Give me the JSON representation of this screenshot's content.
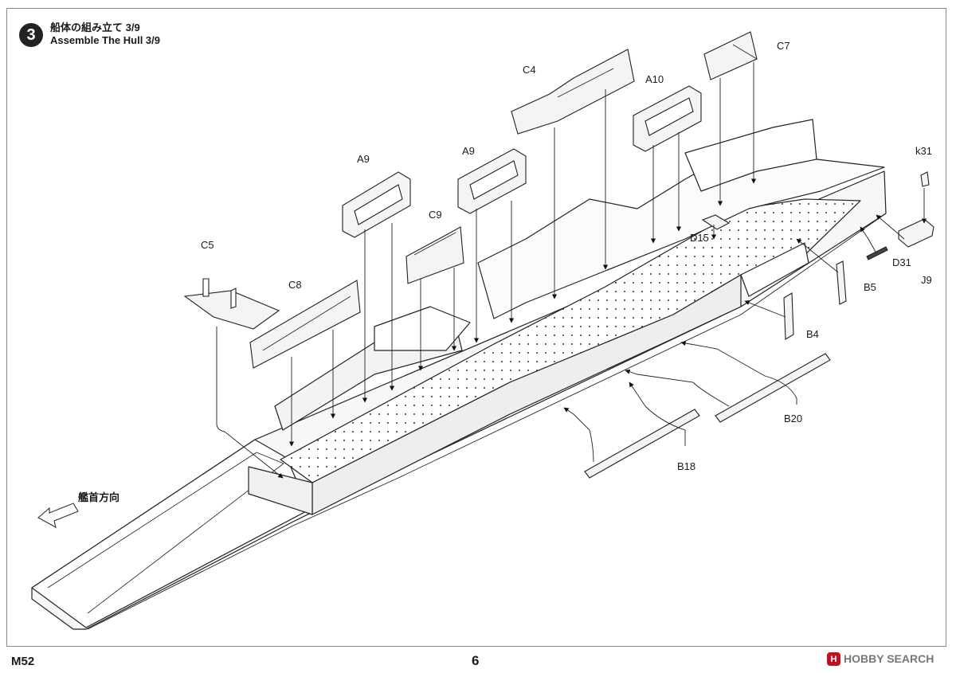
{
  "step": {
    "number": "3",
    "title_jp": "船体の組み立て 3/9",
    "title_en": "Assemble The Hull 3/9"
  },
  "direction": {
    "label": "艦首方向"
  },
  "parts": {
    "c5": "C5",
    "c8": "C8",
    "a9_left": "A9",
    "c9": "C9",
    "a9_right": "A9",
    "c4": "C4",
    "a10": "A10",
    "c7": "C7",
    "d15": "D15",
    "k31": "k31",
    "d31": "D31",
    "j9": "J9",
    "b5": "B5",
    "b4": "B4",
    "b20": "B20",
    "b18": "B18"
  },
  "footer": {
    "code": "M52",
    "page": "6",
    "watermark": "HOBBY SEARCH",
    "watermark_icon": "H"
  }
}
